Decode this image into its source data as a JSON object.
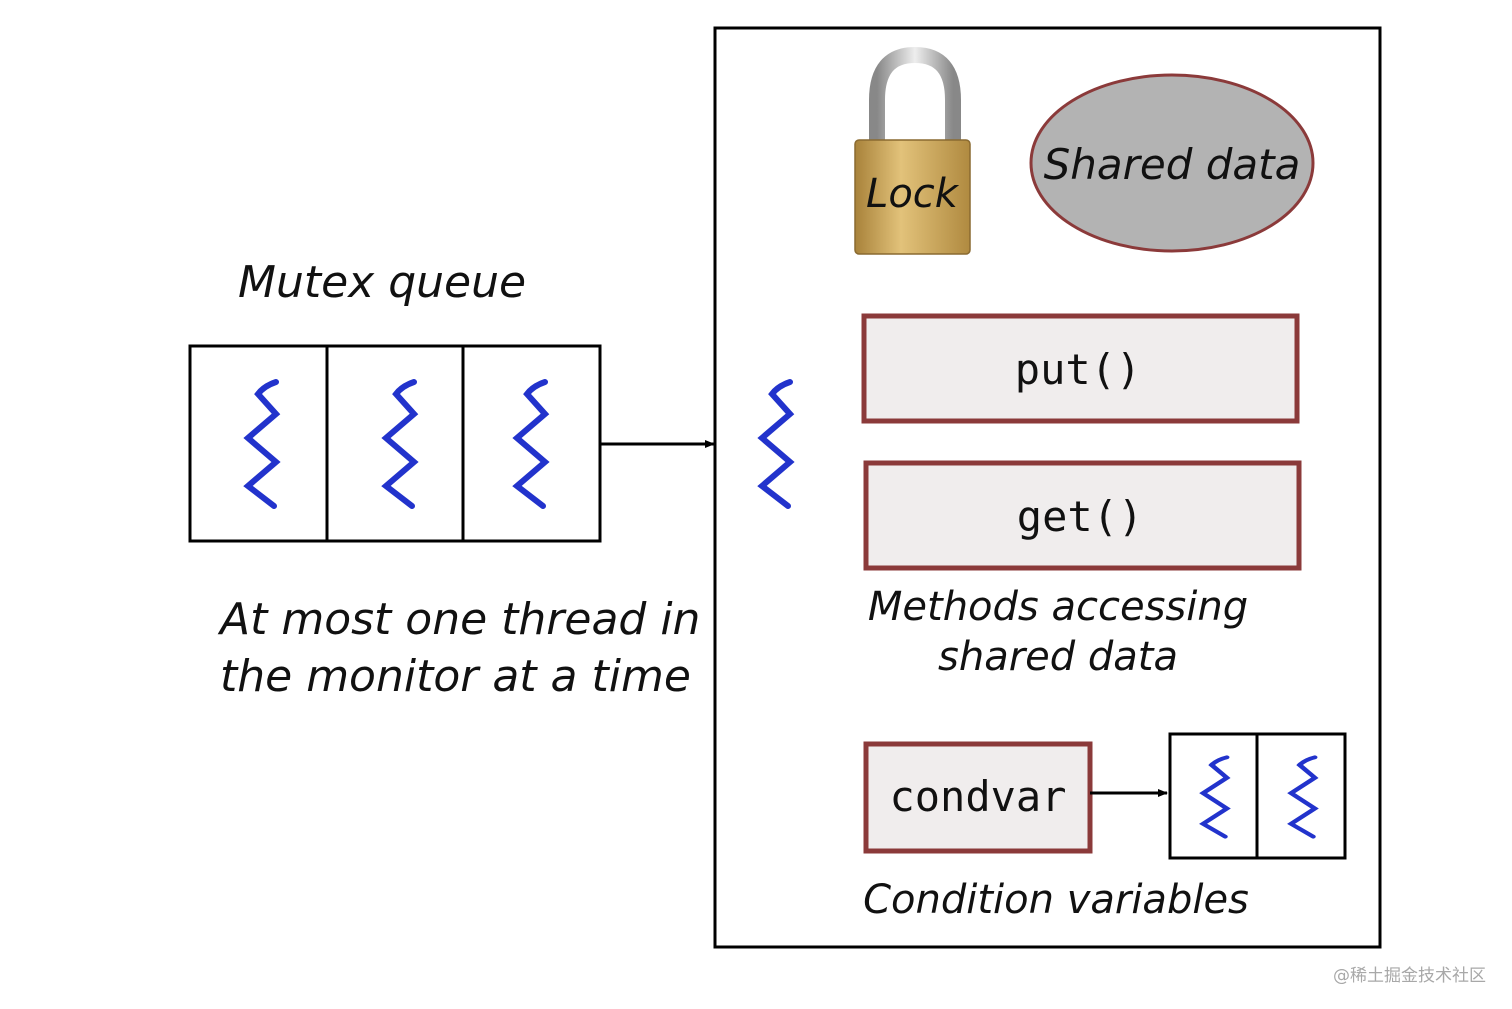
{
  "labels": {
    "mutex_queue": "Mutex queue",
    "note_line1": "At most one thread in",
    "note_line2": "the monitor at a time",
    "lock": "Lock",
    "shared_data": "Shared data",
    "put": "put()",
    "get": "get()",
    "methods_line1": "Methods accessing",
    "methods_line2": "shared data",
    "condvar": "condvar",
    "condition_variables": "Condition variables"
  },
  "watermark": "@稀土掘金技术社区",
  "colors": {
    "thread": "#2233cc",
    "method_border": "#8b3a3a",
    "method_fill": "#f0eded",
    "shared_fill": "#b3b3b3",
    "lock_body": "#c9a55a"
  },
  "icons": [
    "thread-icon",
    "lock-icon"
  ]
}
